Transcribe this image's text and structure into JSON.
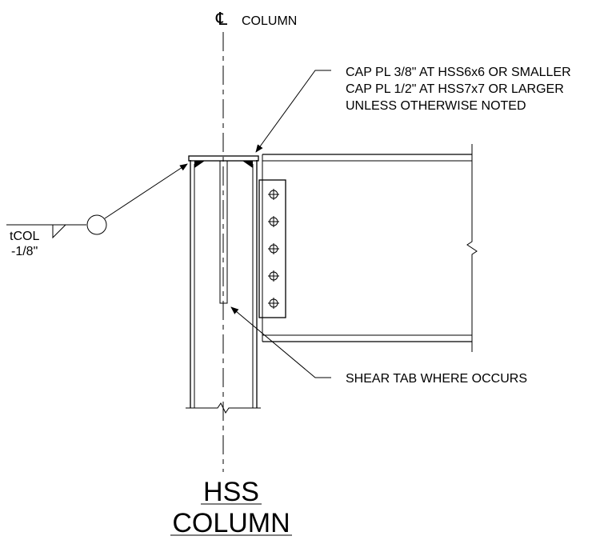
{
  "centerline": {
    "symbol": "℄",
    "label": "COLUMN"
  },
  "cap_plate_note": {
    "lines": [
      "CAP PL 3/8\" AT HSS6x6 OR SMALLER",
      "CAP PL 1/2\" AT HSS7x7 OR LARGER",
      "UNLESS OTHERWISE NOTED"
    ]
  },
  "shear_tab_note": "SHEAR TAB WHERE OCCURS",
  "weld_symbol": {
    "line1": "tCOL",
    "line2": "-1/8\""
  },
  "title": {
    "line1": "HSS",
    "line2": "COLUMN"
  }
}
